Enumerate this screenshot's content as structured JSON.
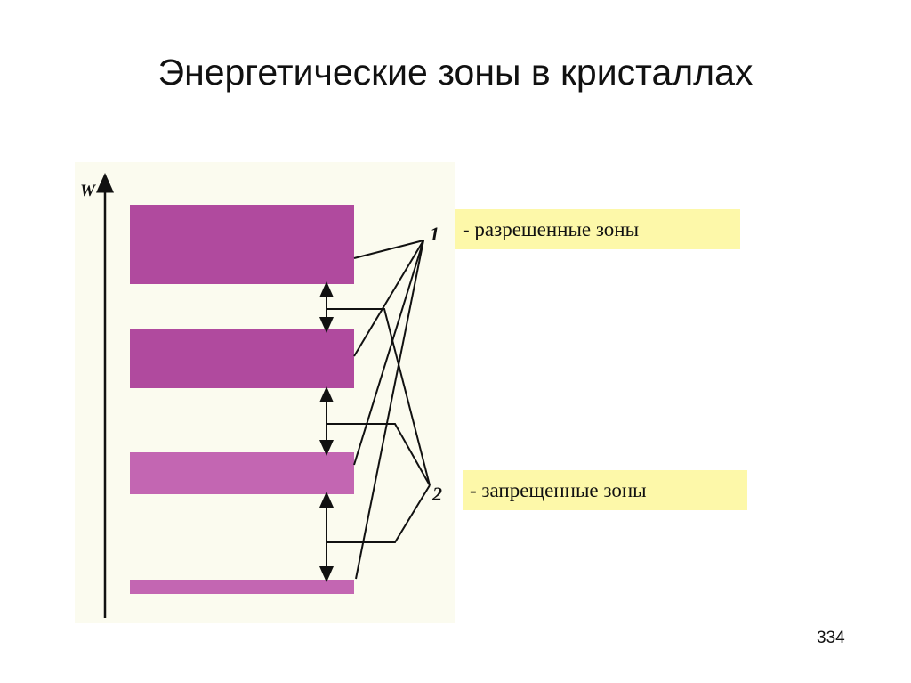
{
  "slide": {
    "title": "Энергетические зоны в кристаллах",
    "page_number": "334"
  },
  "diagram": {
    "axis_label": "W",
    "allowed_marker": "1",
    "forbidden_marker": "2",
    "legend": {
      "allowed": "- разрешенные зоны",
      "forbidden": "- запрещенные зоны"
    },
    "colors": {
      "band": "#b04a9e",
      "band_light": "#c366b2",
      "paper": "#fbfbef",
      "legend_bg": "#fdf8a9",
      "line": "#111111"
    }
  }
}
